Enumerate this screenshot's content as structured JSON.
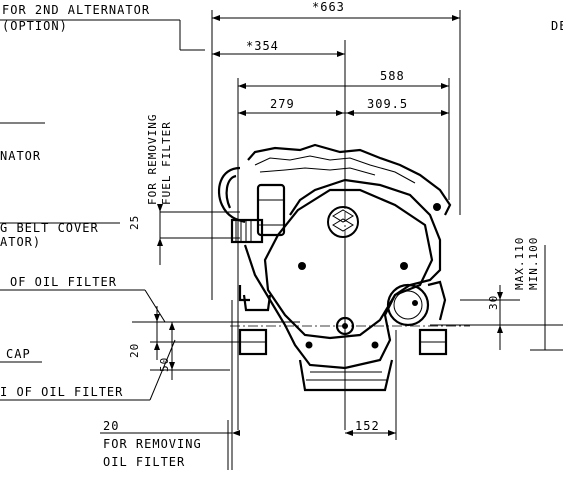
{
  "labels": {
    "alt2_line1": "FOR 2ND ALTERNATOR",
    "alt2_line2": "(OPTION)",
    "alternator": "NATOR",
    "belt_cover_line1": "G BELT COVER",
    "belt_cover_line2": "ATOR)",
    "oil_filter_upper": "OF OIL FILTER",
    "cap": "CAP",
    "oil_filter_lower": "I OF OIL FILTER",
    "removing_fuel_filter_1": "FOR REMOVING",
    "removing_fuel_filter_2": "FUEL FILTER",
    "removing_oil_filter_1": "FOR REMOVING",
    "removing_oil_filter_2": "OIL FILTER",
    "max": "MAX.110",
    "min": "MIN.100",
    "corner": "DE"
  },
  "dimensions": {
    "d663": "*663",
    "d354": "*354",
    "d588": "588",
    "d279": "279",
    "d309_5": "309.5",
    "d25": "25",
    "d30": "30",
    "d20_left": "20",
    "d50": "50",
    "d20_bottom": "20",
    "d152": "152"
  }
}
